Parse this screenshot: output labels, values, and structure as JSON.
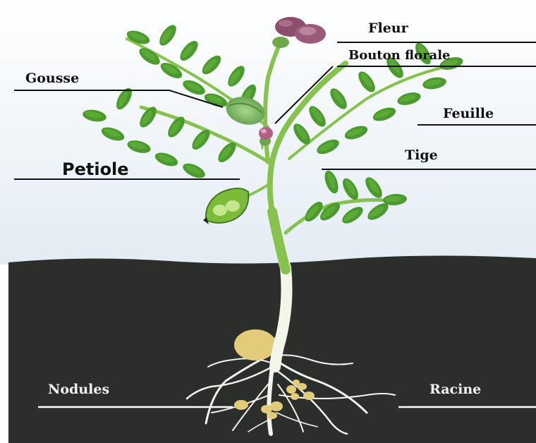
{
  "labels": {
    "fleur": "Fleur",
    "bouton_florale": "Bouton florale",
    "gousse": "Gousse",
    "feuille": "Feuille",
    "tige": "Tige",
    "petiole": "Petiole",
    "nodules": "Nodules",
    "racine": "Racine"
  },
  "colors": {
    "sky_top": "#ffffff",
    "sky_bottom": "#e6eef5",
    "soil": "#2c2e2b",
    "leaf": "#4a9a2e",
    "leaf_light": "#7cc04a",
    "stem": "#86c24e",
    "root": "#f4f4ee",
    "nodule": "#e2cc7a",
    "flower": "#9a5a7a",
    "label_line_dark": "#111111",
    "label_line_light": "#ffffff"
  },
  "icons": [
    "plant-illustration"
  ]
}
